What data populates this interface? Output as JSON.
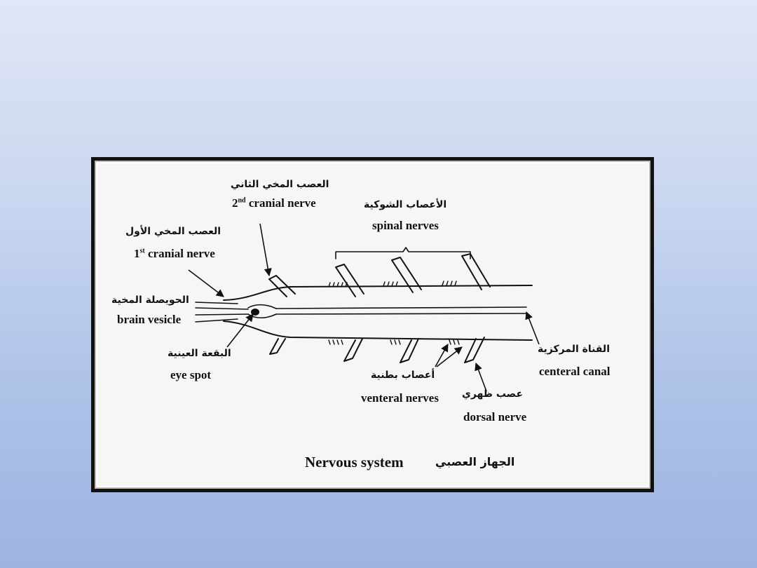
{
  "labels": {
    "cranial2_ar": "العصب المخي الثاني",
    "cranial2_ord": "nd",
    "cranial2_en": "cranial nerve",
    "cranial2_num": "2",
    "spinal_ar": "الأعصاب الشوكية",
    "spinal_en": "spinal nerves",
    "cranial1_ar": "العصب المخي الأول",
    "cranial1_num": "1",
    "cranial1_ord": "st",
    "cranial1_en": "cranial nerve",
    "brain_vesicle_ar": "الحويصلة المخية",
    "brain_vesicle_en": "brain vesicle",
    "eye_spot_ar": "البقعة العينية",
    "eye_spot_en": "eye spot",
    "ventral_ar": "أعصاب بطنية",
    "ventral_en": "venteral nerves",
    "dorsal_ar": "عصب ظهري",
    "dorsal_en": "dorsal nerve",
    "canal_ar": "القناة المركزية",
    "canal_en": "centeral canal",
    "caption_en": "Nervous system",
    "caption_ar": "الجهاز العصبي"
  },
  "colors": {
    "ink": "#111111",
    "paper": "#f7f6f4",
    "frame": "#111111"
  }
}
